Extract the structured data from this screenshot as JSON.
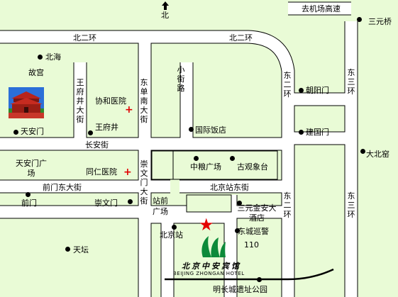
{
  "map": {
    "north_label": "北",
    "roads": {
      "ring2_north_left": "北二环",
      "ring2_north_right": "北二环",
      "ring2_east": "东二环",
      "ring3_east_upper": "东三环",
      "ring3_east_lower": "东三环",
      "airport_expressway": "去机场高速",
      "changan": "长安街",
      "wangfujing": "王府井大街",
      "dongdan_south": "东单南大街",
      "xiaojie": "小街路",
      "qianmen_east": "前门东大街",
      "chongwenmen_street": "崇文门大街",
      "station_east": "北京站东街",
      "station_square": "站前广场"
    },
    "places": {
      "beihai": "北海",
      "palace": "故宫",
      "tiananmen": "天安门",
      "tiananmen_square": "天安门广场",
      "xiehe": "协和医院",
      "wangfujing_stop": "王府井",
      "intl_hotel": "国际饭店",
      "chaoyangmen": "朝阳门",
      "jianguomen": "建国门",
      "sanyuanqiao": "三元桥",
      "dabeiyao": "大北窑",
      "tongren": "同仁医院",
      "zhongliang": "中粮广场",
      "guguan": "古观象台",
      "qianmen": "前门",
      "chongwenmen": "崇文门",
      "sanyuan_hotel": "三元金安大酒店",
      "police": "东城巡警",
      "police_number": "110",
      "beijing_station": "北京站",
      "tiantan": "天坛",
      "mingcheng_park": "明长城遗址公园"
    },
    "hotel": {
      "name_cn": "北京中安宾馆",
      "name_en": "BEIJING ZHONGAN HOTEL"
    },
    "colors": {
      "background": "#e9fbd6",
      "road_fill": "#ffffff",
      "road_edge": "#000000",
      "hospital_cross": "#e00000",
      "hotel_star": "#e40000",
      "logo_green": "#0d8a3a"
    },
    "icons": [
      "north-arrow-icon",
      "hospital-cross-icon",
      "hotel-star-icon",
      "hotel-logo-icon",
      "gate-photo-icon"
    ]
  }
}
